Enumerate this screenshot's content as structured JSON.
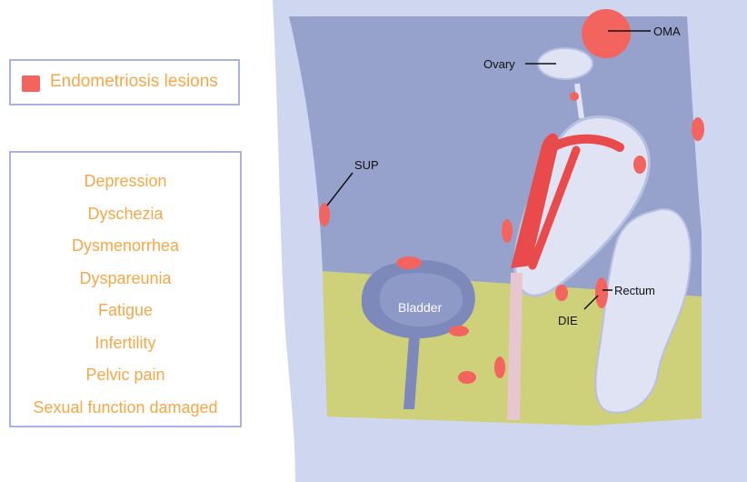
{
  "legend": {
    "label": "Endometriosis lesions",
    "swatch_color": "#f4645f"
  },
  "symptoms": [
    "Depression",
    "Dyschezia",
    "Dysmenorrhea",
    "Dyspareunia",
    "Fatigue",
    "Infertility",
    "Pelvic pain",
    "Sexual function damaged"
  ],
  "diagram": {
    "labels": {
      "oma": "OMA",
      "ovary": "Ovary",
      "sup": "SUP",
      "bladder": "Bladder",
      "rectum": "Rectum",
      "die": "DIE"
    },
    "colors": {
      "lesion": "#f4645f",
      "lesion_dark": "#e94b4c",
      "cavity": "#97a2cc",
      "tissue": "#cfd07a",
      "organ": "#dfe3f3",
      "body": "#cfd6ef",
      "label_text": "#f7a747",
      "box_border": "#a9b3e3"
    }
  }
}
